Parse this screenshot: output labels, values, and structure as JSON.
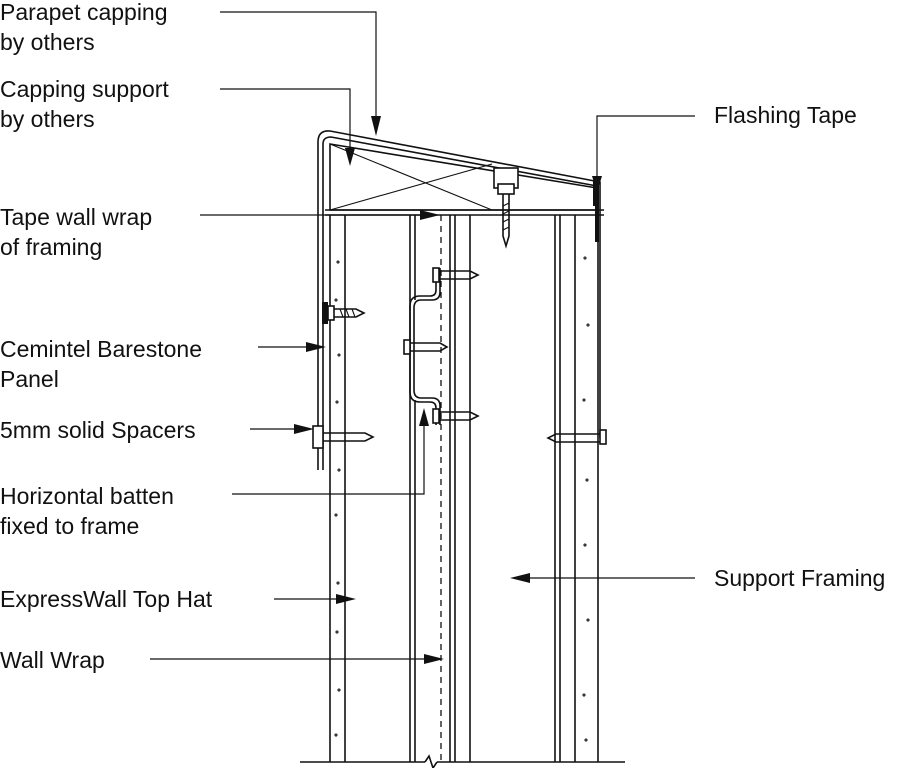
{
  "labels": {
    "parapet_capping": [
      "Parapet capping",
      "by others"
    ],
    "capping_support": [
      "Capping support",
      "by others"
    ],
    "flashing_tape": [
      "Flashing Tape"
    ],
    "tape_wall_wrap": [
      "Tape wall wrap",
      "of framing"
    ],
    "barestone_panel": [
      "Cemintel Barestone",
      "Panel"
    ],
    "solid_spacers": [
      "5mm solid Spacers"
    ],
    "horizontal_batten": [
      "Horizontal batten",
      "fixed to frame"
    ],
    "support_framing": [
      "Support Framing"
    ],
    "top_hat": [
      "ExpressWall Top Hat"
    ],
    "wall_wrap": [
      "Wall Wrap"
    ]
  }
}
